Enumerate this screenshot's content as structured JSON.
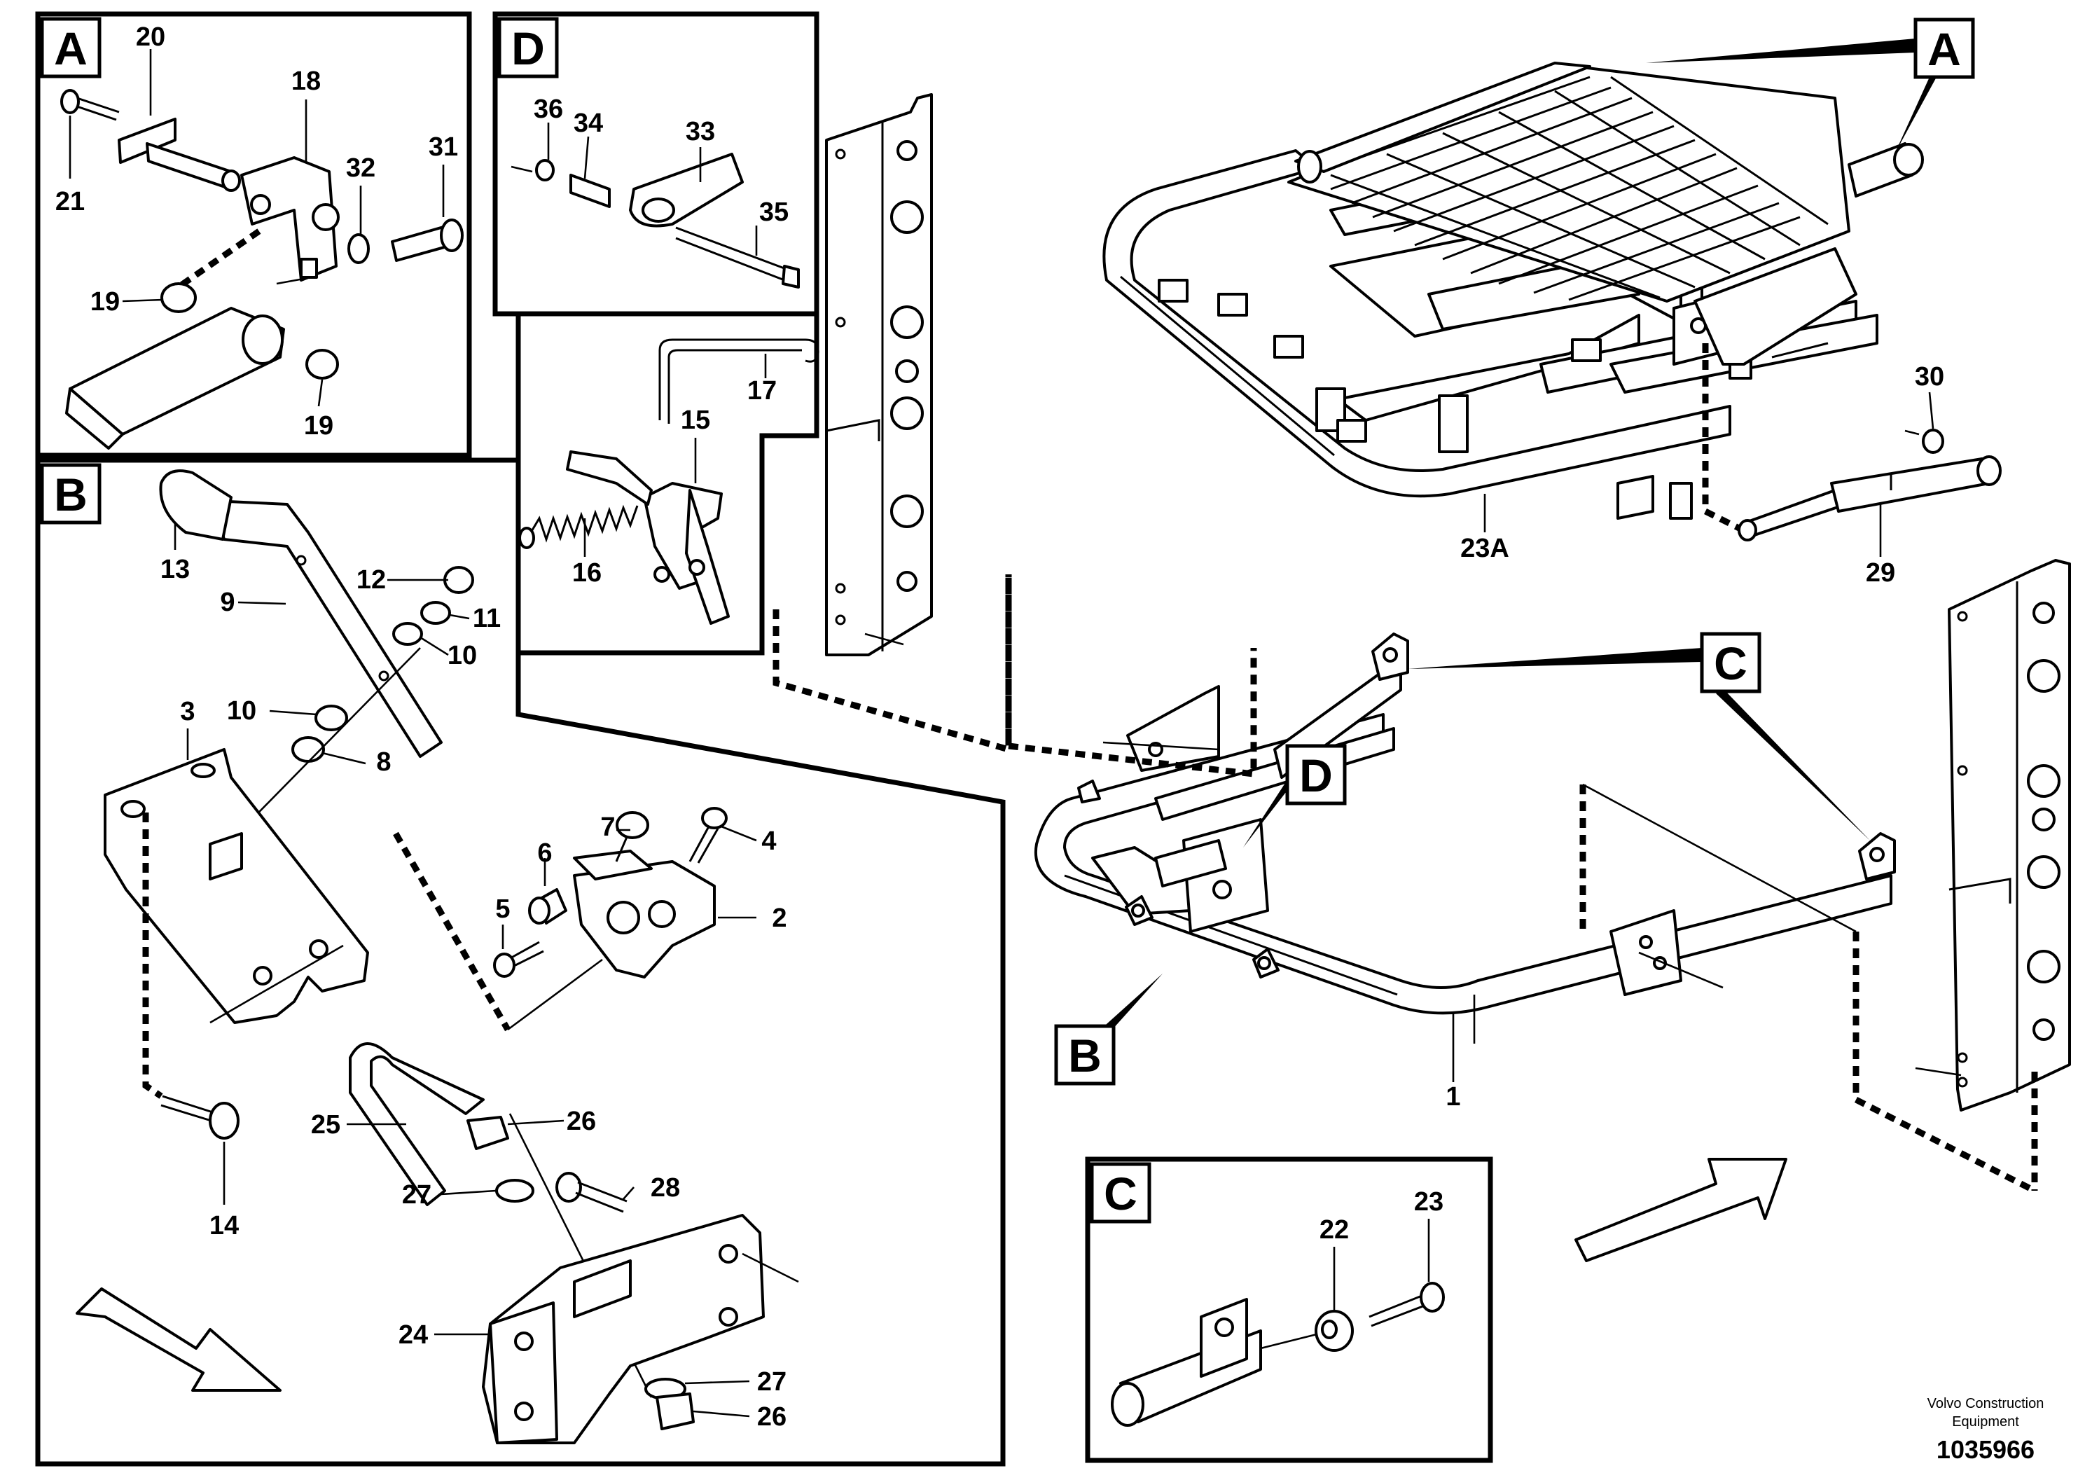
{
  "detail_boxes": {
    "A": "A",
    "B": "B",
    "C": "C",
    "D": "D"
  },
  "view_markers": {
    "A": "A",
    "B": "B",
    "C": "C",
    "D": "D"
  },
  "callouts": {
    "c1": "1",
    "c2": "2",
    "c3": "3",
    "c4": "4",
    "c5": "5",
    "c6": "6",
    "c7": "7",
    "c8": "8",
    "c9": "9",
    "c10a": "10",
    "c10b": "10",
    "c11": "11",
    "c12": "12",
    "c13": "13",
    "c14": "14",
    "c15": "15",
    "c16": "16",
    "c17": "17",
    "c18": "18",
    "c19a": "19",
    "c19b": "19",
    "c20": "20",
    "c21": "21",
    "c22": "22",
    "c23": "23",
    "c23a": "23A",
    "c24": "24",
    "c25": "25",
    "c26a": "26",
    "c26b": "26",
    "c27a": "27",
    "c27b": "27",
    "c28": "28",
    "c29": "29",
    "c30": "30",
    "c31": "31",
    "c32": "32",
    "c33": "33",
    "c34": "34",
    "c35": "35",
    "c36": "36"
  },
  "footer": {
    "brand_line1": "Volvo Construction",
    "brand_line2": "Equipment",
    "drawing_number": "1035966"
  }
}
